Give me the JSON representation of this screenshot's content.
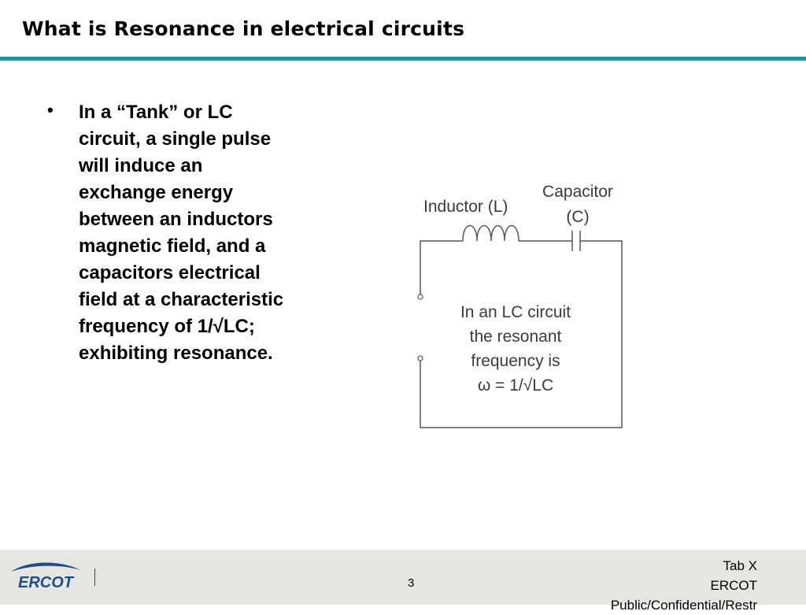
{
  "slide": {
    "title": "What is Resonance in electrical circuits",
    "bullet_symbol": "•",
    "bullet_text": "In a “Tank” or LC\ncircuit, a single pulse\nwill induce an\nexchange energy\nbetween an inductors\nmagnetic field, and a\ncapacitors electrical\nfield at a characteristic\nfrequency of 1/√LC;\nexhibiting resonance."
  },
  "diagram": {
    "inductor_label": "Inductor (L)",
    "capacitor_label_line1": "Capacitor",
    "capacitor_label_line2": "(C)",
    "caption_line1": "In an LC circuit",
    "caption_line2": "the resonant",
    "caption_line3": "frequency is",
    "caption_line4": "ω = 1/√LC"
  },
  "footer": {
    "logo_text": "ERCOT",
    "page_number": "3",
    "right_line1": "Tab X",
    "right_line2": "ERCOT",
    "right_line3": "Public/Confidential/Restr"
  },
  "colors": {
    "accent_rule": "#1a9a9e",
    "footer_bg": "#e6e6e1",
    "logo_blue": "#1f4d8c"
  }
}
